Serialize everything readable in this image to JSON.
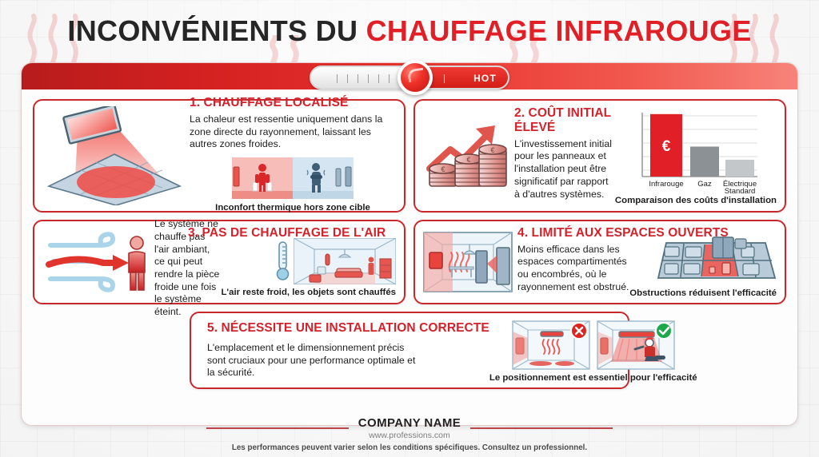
{
  "title": {
    "part_dark": "INCONVÉNIENTS DU ",
    "part_red": "CHAUFFAGE INFRAROUGE"
  },
  "thermometer": {
    "hot_label": "HOT",
    "accent": "#e8332e"
  },
  "colors": {
    "brand_red": "#d4222b",
    "dark_red": "#b71c1c",
    "text_dark": "#1d1d1d",
    "gray_bar": "#8c9196",
    "light_gray_bar": "#c3c7ca"
  },
  "cards": [
    {
      "number": "1.",
      "title": "1. CHAUFFAGE LOCALISÉ",
      "body": "La chaleur est ressentie uniquement dans la zone directe du rayonnement, laissant les autres zones froides.",
      "caption": "Inconfort thermique hors zone cible",
      "icon": "radiant-panel-floor-icon",
      "thumb": "two-people-hot-cold-room-icon"
    },
    {
      "number": "2.",
      "title": "2. COÛT INITIAL ÉLEVÉ",
      "body": "L'investissement initial pour les panneaux et l'installation peut être significatif par rapport à d'autres systèmes.",
      "caption": "Comparaison des coûts d'installation",
      "icon": "coins-growth-arrow-icon",
      "thumb": "cost-comparison-bar-chart"
    },
    {
      "number": "3.",
      "title": "3. PAS DE CHAUFFAGE DE L'AIR",
      "body": "Le système ne chauffe pas l'air ambiant, ce qui peut rendre la pièce froide une fois le système éteint.",
      "caption": "L'air reste froid, les objets sont chauffés",
      "icon": "airflow-person-icon",
      "thumb": "thermometer-living-room-icon"
    },
    {
      "number": "4.",
      "title": "4. LIMITÉ AUX ESPACES OUVERTS",
      "body": "Moins efficace dans les espaces compartimentés ou encombrés, où le rayonnement est obstrué.",
      "caption": "Obstructions réduisent l'efficacité",
      "icon": "obstructed-room-icon",
      "thumb": "floorplan-rooms-icon"
    },
    {
      "number": "5.",
      "title": "5. NÉCESSITE UNE INSTALLATION CORRECTE",
      "body": "L'emplacement et le dimensionnement précis sont cruciaux pour une performance optimale et la sécurité.",
      "caption": "Le positionnement est essentiel pour l'efficacité",
      "icon": "technician-checklist-icon",
      "thumb": "wrong-vs-right-install-icon"
    }
  ],
  "chart_data": {
    "type": "bar",
    "title": "Comparaison des coûts d'installation",
    "categories": [
      "Infrarouge",
      "Gaz",
      "Électrique Standard"
    ],
    "values": [
      100,
      48,
      27
    ],
    "xlabel": "",
    "ylabel": "",
    "ylim": [
      0,
      110
    ],
    "grid": true,
    "legend": false,
    "bar_colors": [
      "#e01f26",
      "#8c9196",
      "#c3c7ca"
    ],
    "bar_label_infrarouge": "€"
  },
  "footer": {
    "company": "COMPANY NAME",
    "url": "www.professions.com",
    "disclaimer": "Les performances peuvent varier selon les conditions spécifiques. Consultez un professionnel."
  }
}
